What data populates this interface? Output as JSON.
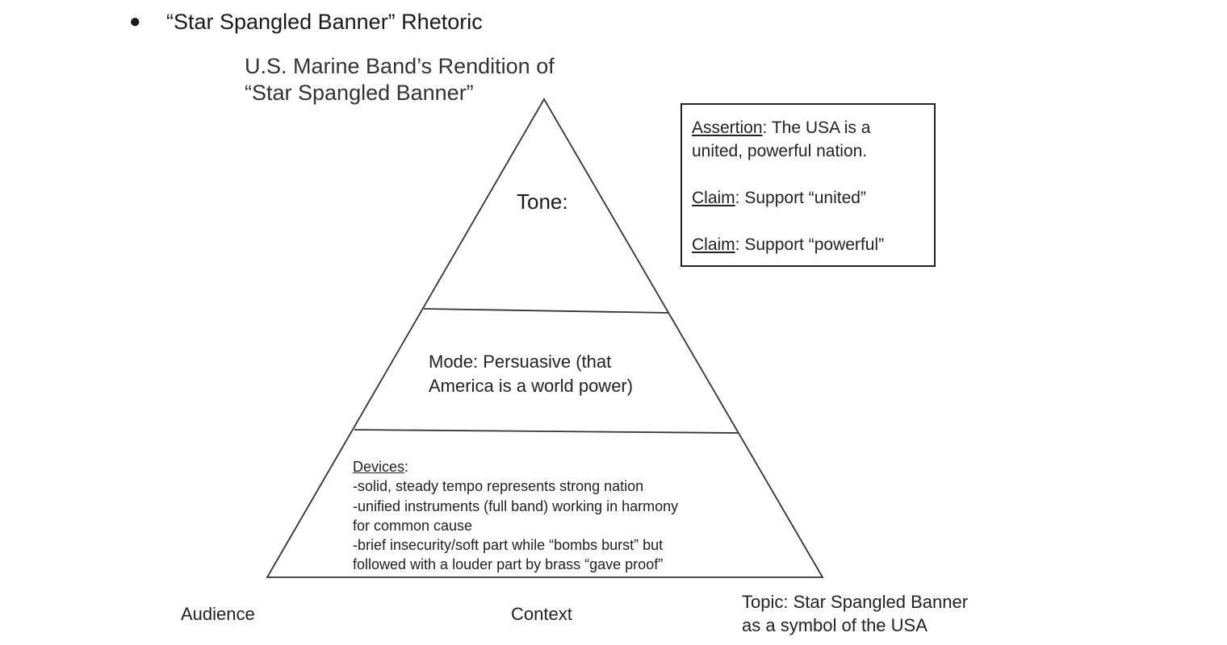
{
  "bullet": "●",
  "heading": "“Star Spangled Banner” Rhetoric",
  "pyramid": {
    "title_line1": "U.S. Marine Band’s Rendition of",
    "title_line2": "“Star Spangled Banner”",
    "tone": "Tone:",
    "mode_line1": "Mode: Persuasive (that",
    "mode_line2": "America is a world power)",
    "devices_label": "Devices",
    "devices_colon": ":",
    "devices_lines": [
      "-solid, steady tempo represents strong nation",
      "-unified instruments (full band) working in harmony",
      "for common cause",
      "-brief insecurity/soft part while “bombs burst” but",
      "followed with a louder part by brass “gave proof”"
    ]
  },
  "box": {
    "assertion_label": "Assertion",
    "assertion_text_line1": ": The USA is a",
    "assertion_text_line2": "united, powerful nation.",
    "claim1_label": "Claim",
    "claim1_text": ": Support “united”",
    "claim2_label": "Claim",
    "claim2_text": ": Support “powerful”"
  },
  "bottom": {
    "audience": "Audience",
    "context": "Context",
    "topic_line1": "Topic: Star Spangled Banner",
    "topic_line2": "as a symbol of the USA"
  }
}
